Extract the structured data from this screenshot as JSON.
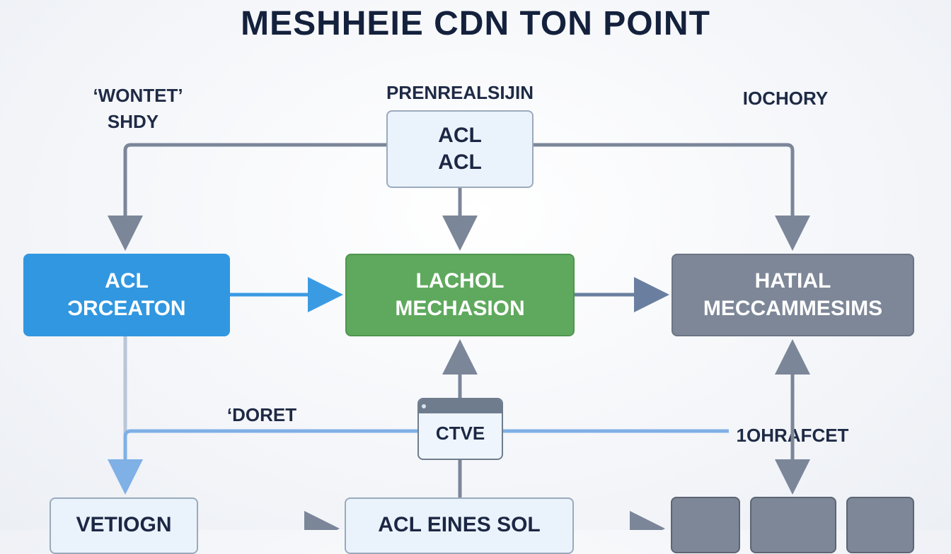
{
  "title": "MESHHEIE CDN TON POINT",
  "labels": {
    "top_left_line1": "‘WONTET’",
    "top_left_line2": "SHDY",
    "top_center": "PRENREALSIJIN",
    "top_right": "IOCHORY",
    "mid_left": "‘DORET",
    "mid_right": "1OHRAFCET"
  },
  "boxes": {
    "acl_top": {
      "line1": "ACL",
      "line2": "ACL"
    },
    "acl_creation": {
      "line1": "ACL",
      "line2": "ƆRCEATON"
    },
    "mechanism": {
      "line1": "LACHOL",
      "line2": "MECHASION"
    },
    "mechanisms": {
      "line1": "HATIAL",
      "line2": "MECCAMMESIMS"
    },
    "ctve": {
      "label": "CTVE"
    },
    "bottom_left": {
      "label": "VETIOGN"
    },
    "bottom_mid": {
      "label": "ACL EINES SOL"
    }
  },
  "colors": {
    "title": "#14213d",
    "blue_node": "#3197e0",
    "green_node": "#5fa95e",
    "gray_node": "#7d8798",
    "light_node": "#eaf3fc",
    "connector_gray": "#7b8699",
    "connector_blue": "#7fb0e6",
    "arrow_blue": "#3a9be3"
  }
}
